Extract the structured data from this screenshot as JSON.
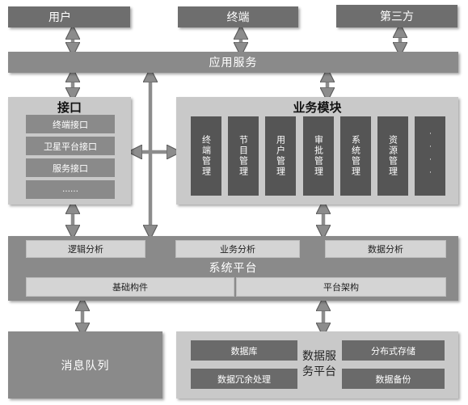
{
  "top": {
    "user": "用户",
    "terminal": "终端",
    "third_party": "第三方"
  },
  "app_service": "应用服务",
  "interface": {
    "title": "接口",
    "items": [
      "终端接口",
      "卫星平台接口",
      "服务接口",
      "……"
    ]
  },
  "business": {
    "title": "业务模块",
    "modules": [
      "终端管理",
      "节目管理",
      "用户管理",
      "审批管理",
      "系统管理",
      "资源管理",
      "····"
    ]
  },
  "system_platform": {
    "title": "系统平台",
    "analysis": [
      "逻辑分析",
      "业务分析",
      "数据分析"
    ],
    "bottom": [
      "基础构件",
      "平台架构"
    ]
  },
  "message_queue": "消息队列",
  "data_service": {
    "title": "数据服务平台",
    "items": [
      "数据库",
      "分布式存储",
      "数据冗余处理",
      "数据备份"
    ]
  },
  "colors": {
    "dark": "#6e6e6e",
    "mid": "#8a8a8a",
    "light": "#c9c9c9",
    "arrow": "#8c8c8c"
  }
}
